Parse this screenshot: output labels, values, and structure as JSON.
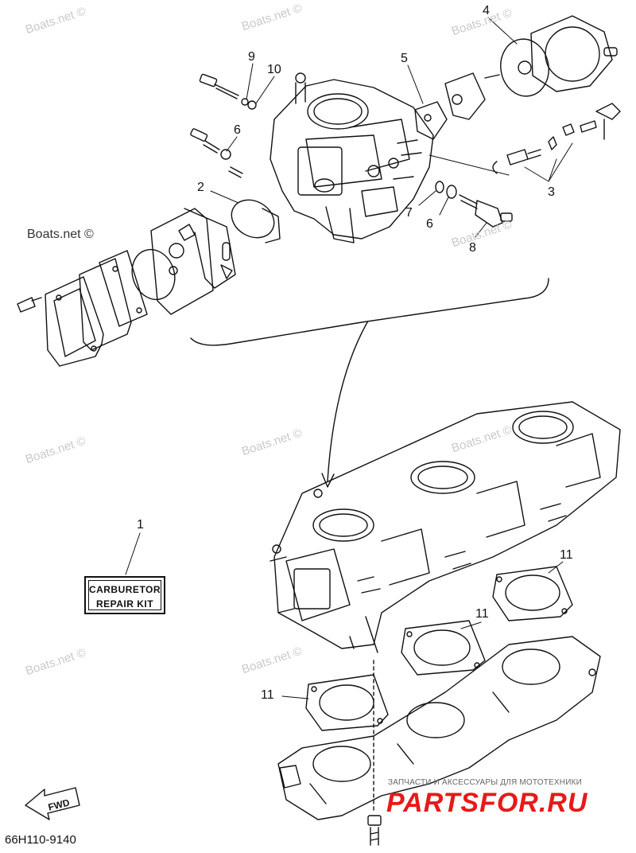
{
  "watermark": "Boats.net ©",
  "callouts": [
    "1",
    "2",
    "3",
    "4",
    "5",
    "6",
    "6",
    "7",
    "8",
    "9",
    "10",
    "11",
    "11",
    "11"
  ],
  "repair_kit": {
    "line1": "CARBURETOR",
    "line2": "REPAIR KIT"
  },
  "fwd_label": "FWD",
  "part_code": "66H110-9140",
  "shop": {
    "tagline": "ЗАПЧАСТИ И АКСЕССУАРЫ ДЛЯ МОТОТЕХНИКИ",
    "logo": "PARTSFOR.RU"
  },
  "colors": {
    "line": "#111111",
    "watermark": "#c9c9c9",
    "logo": "#e61a1a"
  }
}
